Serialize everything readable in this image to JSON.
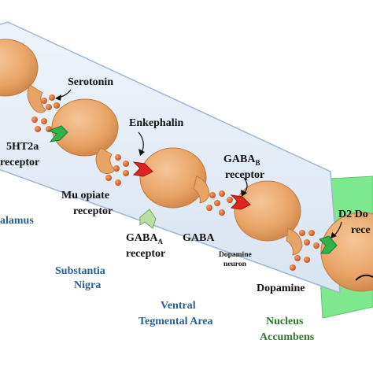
{
  "colors": {
    "band": "#e4edf7",
    "band_border": "#9eb6cf",
    "accumbens": "#7ee88f",
    "neuron_fill": "#e8a366",
    "neuron_stroke": "#c47a3c",
    "dot": "#d9651c",
    "red_receptor": "#e0251f",
    "green_receptor": "#2fb34a",
    "pale_receptor": "#b9e0a4",
    "region_text": "#2a5f98",
    "accumbens_text": "#2b7a2b"
  },
  "labels": {
    "serotonin": "Serotonin",
    "ht2a_line1": "5HT2a",
    "ht2a_line2": "receptor",
    "enkephalin": "Enkephalin",
    "mu_line1": "Mu opiate",
    "mu_line2": "receptor",
    "gabaa_main": "GABA",
    "gabaa_sub": "A",
    "gabaa_line2": "receptor",
    "gaba": "GABA",
    "gabab_main": "GABA",
    "gabab_sub": "B",
    "gabab_line2": "receptor",
    "dopamine_neuron_line1": "Dopamine",
    "dopamine_neuron_line2": "neuron",
    "dopamine": "Dopamine",
    "d2_line1": "D2 Do",
    "d2_line2": "rece"
  },
  "regions": {
    "hypothalamus": "alamus",
    "substantia_line1": "Substantia",
    "substantia_line2": "Nigra",
    "vta_line1": "Ventral",
    "vta_line2": "Tegmental Area",
    "nucleus_line1": "Nucleus",
    "nucleus_line2": "Accumbens"
  }
}
